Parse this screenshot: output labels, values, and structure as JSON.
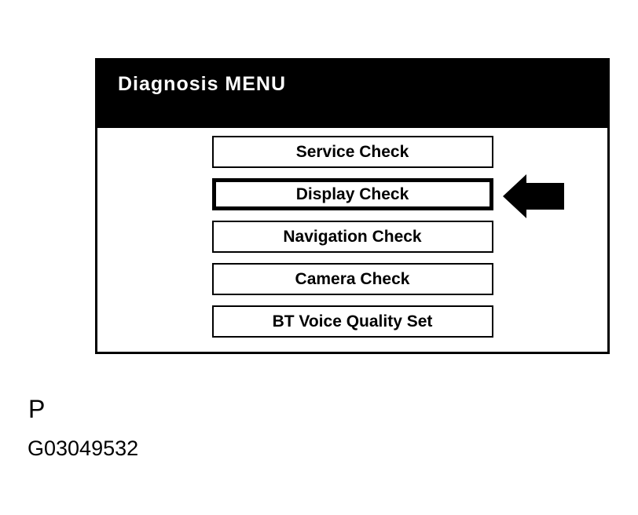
{
  "screen": {
    "title": "Diagnosis MENU",
    "menu_items": [
      {
        "label": "Service Check",
        "selected": false
      },
      {
        "label": "Display Check",
        "selected": true
      },
      {
        "label": "Navigation Check",
        "selected": false
      },
      {
        "label": "Camera Check",
        "selected": false
      },
      {
        "label": "BT Voice Quality Set",
        "selected": false
      }
    ]
  },
  "annotations": {
    "page_letter": "P",
    "figure_id": "G03049532",
    "pointer_arrow": "left-arrow-icon"
  },
  "colors": {
    "foreground": "#000000",
    "background": "#ffffff",
    "header_background": "#000000",
    "header_text": "#ffffff"
  }
}
